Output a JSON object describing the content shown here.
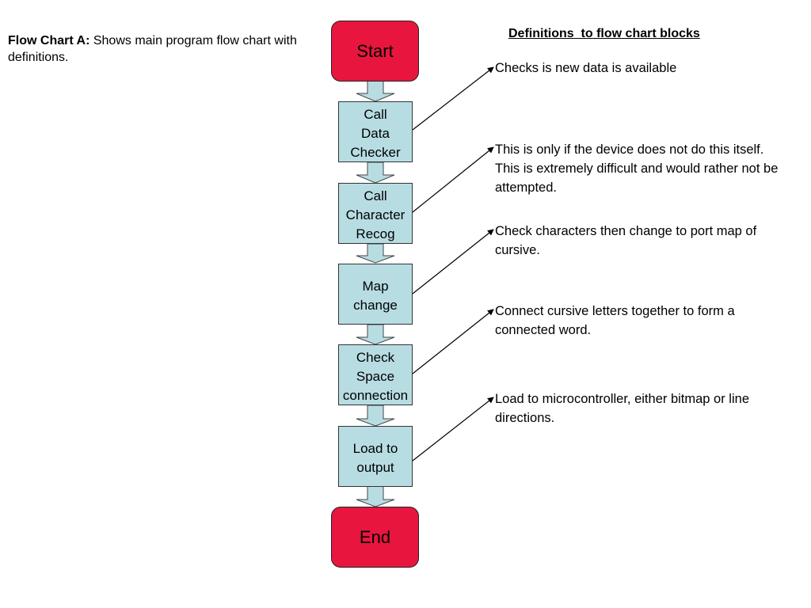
{
  "caption": {
    "bold": "Flow Chart A:",
    "text": " Shows main program flow chart with definitions."
  },
  "definitions_title": "Definitions  to flow chart blocks",
  "flowchart": {
    "start": "Start",
    "end": "End",
    "steps": [
      "Call\nData\nChecker",
      "Call\nCharacter\nRecog",
      "Map\nchange",
      "Check\nSpace\nconnection",
      "Load to\noutput"
    ]
  },
  "definitions": [
    "Checks is new data is available",
    "This is only if the device does not do this itself.  This is extremely difficult and would rather not be attempted.",
    "Check characters then change to port map of cursive.",
    "Connect cursive letters together to form a connected word.",
    "Load to microcontroller, either bitmap or line directions."
  ],
  "colors": {
    "terminal_fill": "#e8163f",
    "process_fill": "#b7dde3",
    "connector_arrow_fill": "#b7dde3"
  }
}
